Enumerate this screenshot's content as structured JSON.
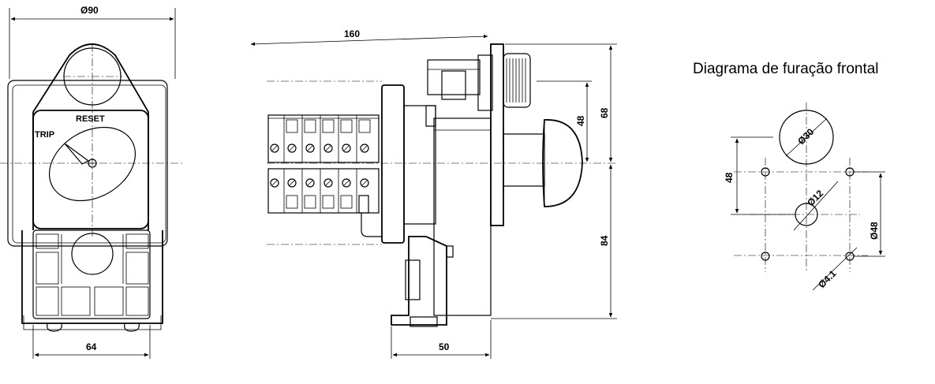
{
  "front_view": {
    "dim_top": "Ø90",
    "dim_bottom": "64",
    "label_reset": "RESET",
    "label_trip": "TRIP"
  },
  "side_view": {
    "dim_length": "160",
    "dim_height_48": "48",
    "dim_height_68": "68",
    "dim_height_84": "84",
    "dim_depth": "50"
  },
  "drilling": {
    "title": "Diagrama de furação frontal",
    "dim_big_hole": "Ø30",
    "dim_center_hole": "Ø12",
    "dim_small_holes": "Ø4.1",
    "dim_vertical_left": "48",
    "dim_vertical_right": "Ø48"
  }
}
